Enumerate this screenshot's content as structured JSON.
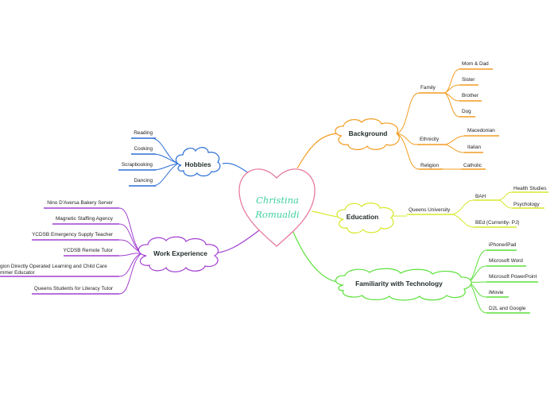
{
  "center": {
    "line1": "Christina",
    "line2": "Romualdi"
  },
  "hobbies": {
    "title": "Hobbies",
    "items": [
      "Reading",
      "Cooking",
      "Scrapbooking",
      "Dancing"
    ]
  },
  "work": {
    "title": "Work Experience",
    "items": [
      "Nino D'Aversa Bakery Server",
      "Magnetic Staffing Agency",
      "YCDSB Emergency Supply Teacher",
      "YCDSB Remote Tutor",
      "gion Directly Operated Learning and Child Care",
      "mmer Educator",
      "Queens Students for Literacy Tutor"
    ]
  },
  "background": {
    "title": "Background",
    "family": {
      "label": "Family",
      "items": [
        "Mom & Dad",
        "Sister",
        "Brother",
        "Dog"
      ]
    },
    "ethnicity": {
      "label": "Ethnicity",
      "items": [
        "Macedonian",
        "Italian"
      ]
    },
    "religion": {
      "label": "Religion",
      "items": [
        "Catholic"
      ]
    }
  },
  "education": {
    "title": "Education",
    "school": "Queens University",
    "bah": {
      "label": "BAH",
      "items": [
        "Health Studies",
        "Psychology"
      ]
    },
    "bed": "BEd (Currently- PJ)"
  },
  "tech": {
    "title": "Familiarity with Technology",
    "items": [
      "iPhone/iPad",
      "Microsoft Word",
      "Microsoft PowerPoint",
      "iMovie",
      "D2L and Google"
    ]
  },
  "colors": {
    "heart": "#e87aa0",
    "center_text": "#3fd0a0",
    "hobbies": "#2b6fd6",
    "work": "#a23fd1",
    "background": "#f39c20",
    "education": "#d6e82a",
    "tech": "#5be03a"
  }
}
